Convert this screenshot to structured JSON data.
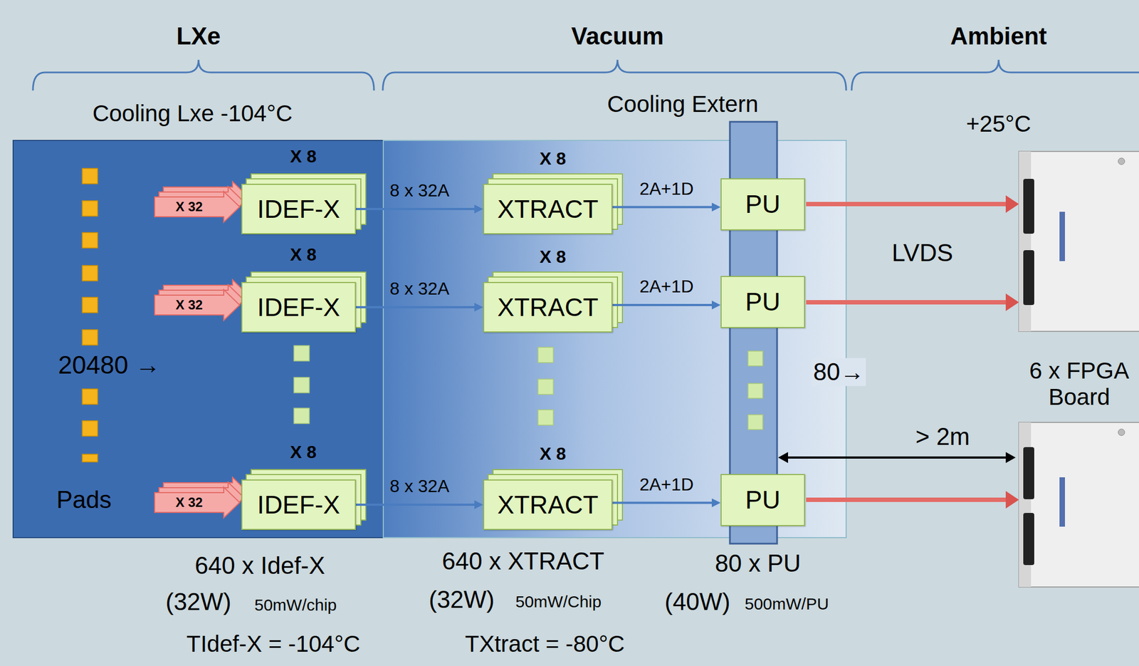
{
  "diagram": {
    "nodes": [
      {
        "text": [
          "IDEF-X"
        ]
      },
      {
        "text": [
          "XTRACT"
        ]
      },
      {
        "text": [
          "PU"
        ]
      },
      {
        "text": [
          "IDEF-X"
        ]
      },
      {
        "text": [
          "XTRACT"
        ]
      },
      {
        "text": [
          "PU"
        ]
      },
      {
        "text": [
          "IDEF-X"
        ]
      },
      {
        "text": [
          "XTRACT"
        ]
      },
      {
        "text": [
          "PU"
        ]
      }
    ],
    "edges": [
      {
        "from": 0,
        "to": 1,
        "arrow": "to",
        "label": "8 x 32A"
      },
      {
        "from": 1,
        "to": 2,
        "arrow": "to",
        "label": "2A+1D"
      },
      {
        "from": 3,
        "to": 4,
        "arrow": "to",
        "label": "8 x 32A"
      },
      {
        "from": 4,
        "to": 5,
        "arrow": "to",
        "label": "2A+1D"
      },
      {
        "from": 6,
        "to": 7,
        "arrow": "to",
        "label": "8 x 32A"
      },
      {
        "from": 7,
        "to": 8,
        "arrow": "to",
        "label": "2A+1D"
      }
    ],
    "labels": [
      "LXe",
      "Vacuum",
      "Ambient",
      "Cooling Lxe -104°C",
      "Cooling Extern",
      "+25°C",
      "20480 →",
      "Pads",
      "X 32",
      "X 32",
      "X 32",
      "X 8",
      "X 8",
      "X 8",
      "X 8",
      "X 8",
      "X 8",
      "LVDS",
      "80→",
      "6 x FPGA Board",
      "> 2m",
      "640 x Idef-X",
      "(32W)",
      "50mW/chip",
      "TIdef-X = -104°C",
      "640 x XTRACT",
      "(32W)",
      "50mW/Chip",
      "TXtract = -80°C",
      "80 x PU",
      "(40W)",
      "500mW/PU"
    ]
  }
}
